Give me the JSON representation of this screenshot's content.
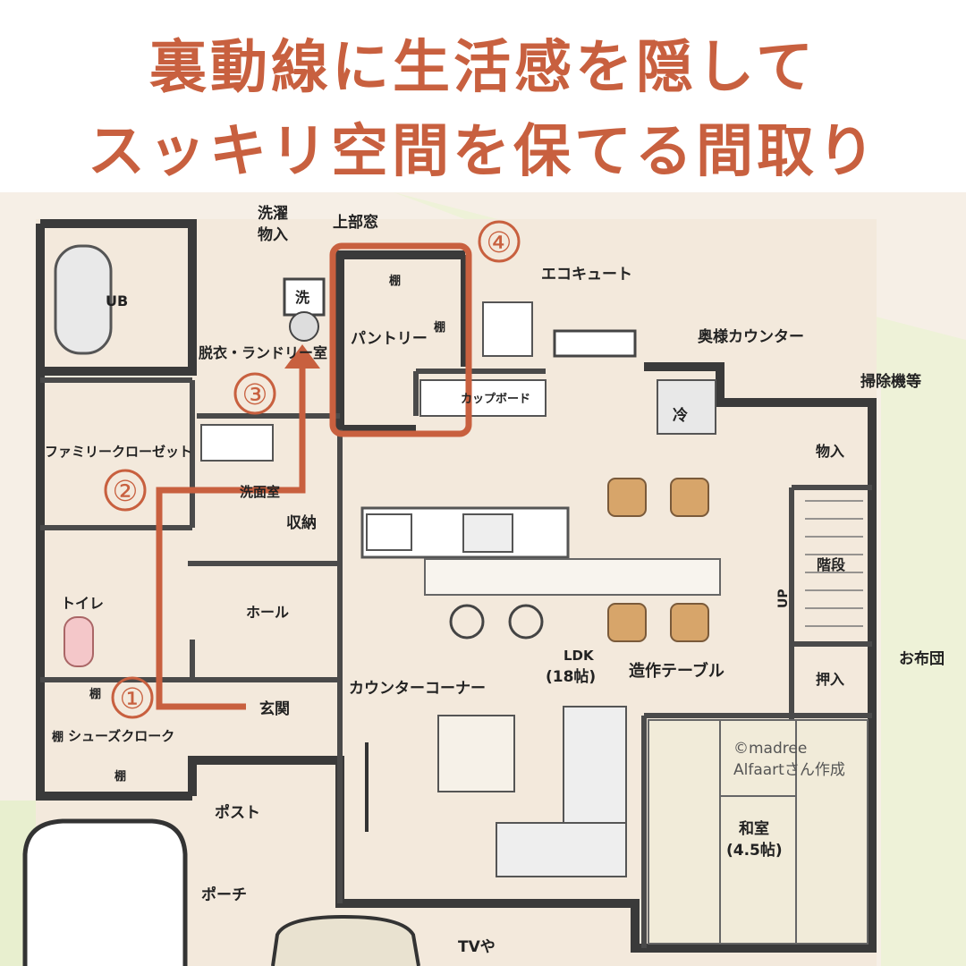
{
  "title": {
    "line1": "裏動線に生活感を隠して",
    "line2": "スッキリ空間を保てる間取り"
  },
  "rooms": {
    "ub": "UB",
    "laundry_in": "洗濯\n物入",
    "upper_window": "上部窓",
    "washer": "洗",
    "dressing_laundry": "脱衣・ランドリー室",
    "shelf": "棚",
    "pantry": "パントリー",
    "eco_cute": "エコキュート",
    "wife_counter": "奥様カウンター",
    "cupboard": "カップボード",
    "fridge": "冷",
    "cleaner_storage": "掃除機等",
    "storage": "物入",
    "family_closet": "ファミリークローゼット",
    "washroom": "洗面室",
    "storage2": "収納",
    "stairs": "階段",
    "up": "UP",
    "toilet": "トイレ",
    "hall": "ホール",
    "ldk": "LDK",
    "ldk_size": "(18帖)",
    "built_table": "造作テーブル",
    "futon": "お布団",
    "oshiire": "押入",
    "counter_corner": "カウンターコーナー",
    "entrance": "玄関",
    "shoe_cloak": "シューズクローク",
    "post": "ポスト",
    "porch": "ポーチ",
    "washitsu": "和室",
    "washitsu_size": "(4.5帖)",
    "tv": "TVや"
  },
  "markers": [
    "①",
    "②",
    "③",
    "④"
  ],
  "credit": {
    "line1": "©madree",
    "line2": "Alfaartさん作成"
  },
  "colors": {
    "accent": "#c8603f",
    "wall": "#3a3a3a",
    "floor": "#f3e9dc",
    "lawn": "#eef2d8"
  }
}
